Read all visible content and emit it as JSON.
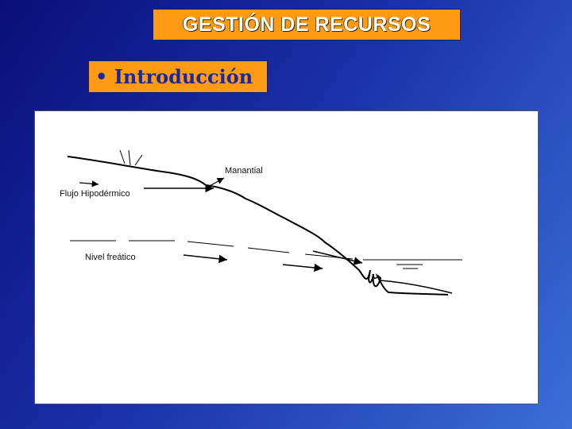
{
  "header": {
    "title": "GESTIÓN DE RECURSOS"
  },
  "section": {
    "bullet": "•",
    "label": "Introducción"
  },
  "diagram": {
    "labels": {
      "spring": "Manantial",
      "subsurface_flow": "Flujo Hipodérmico",
      "water_table": "Nivel freático"
    }
  },
  "colors": {
    "background_dark": "#0a0f7a",
    "background_light": "#3a6fd8",
    "label_box": "#ff9a14",
    "section_text": "#1a2a9a"
  }
}
